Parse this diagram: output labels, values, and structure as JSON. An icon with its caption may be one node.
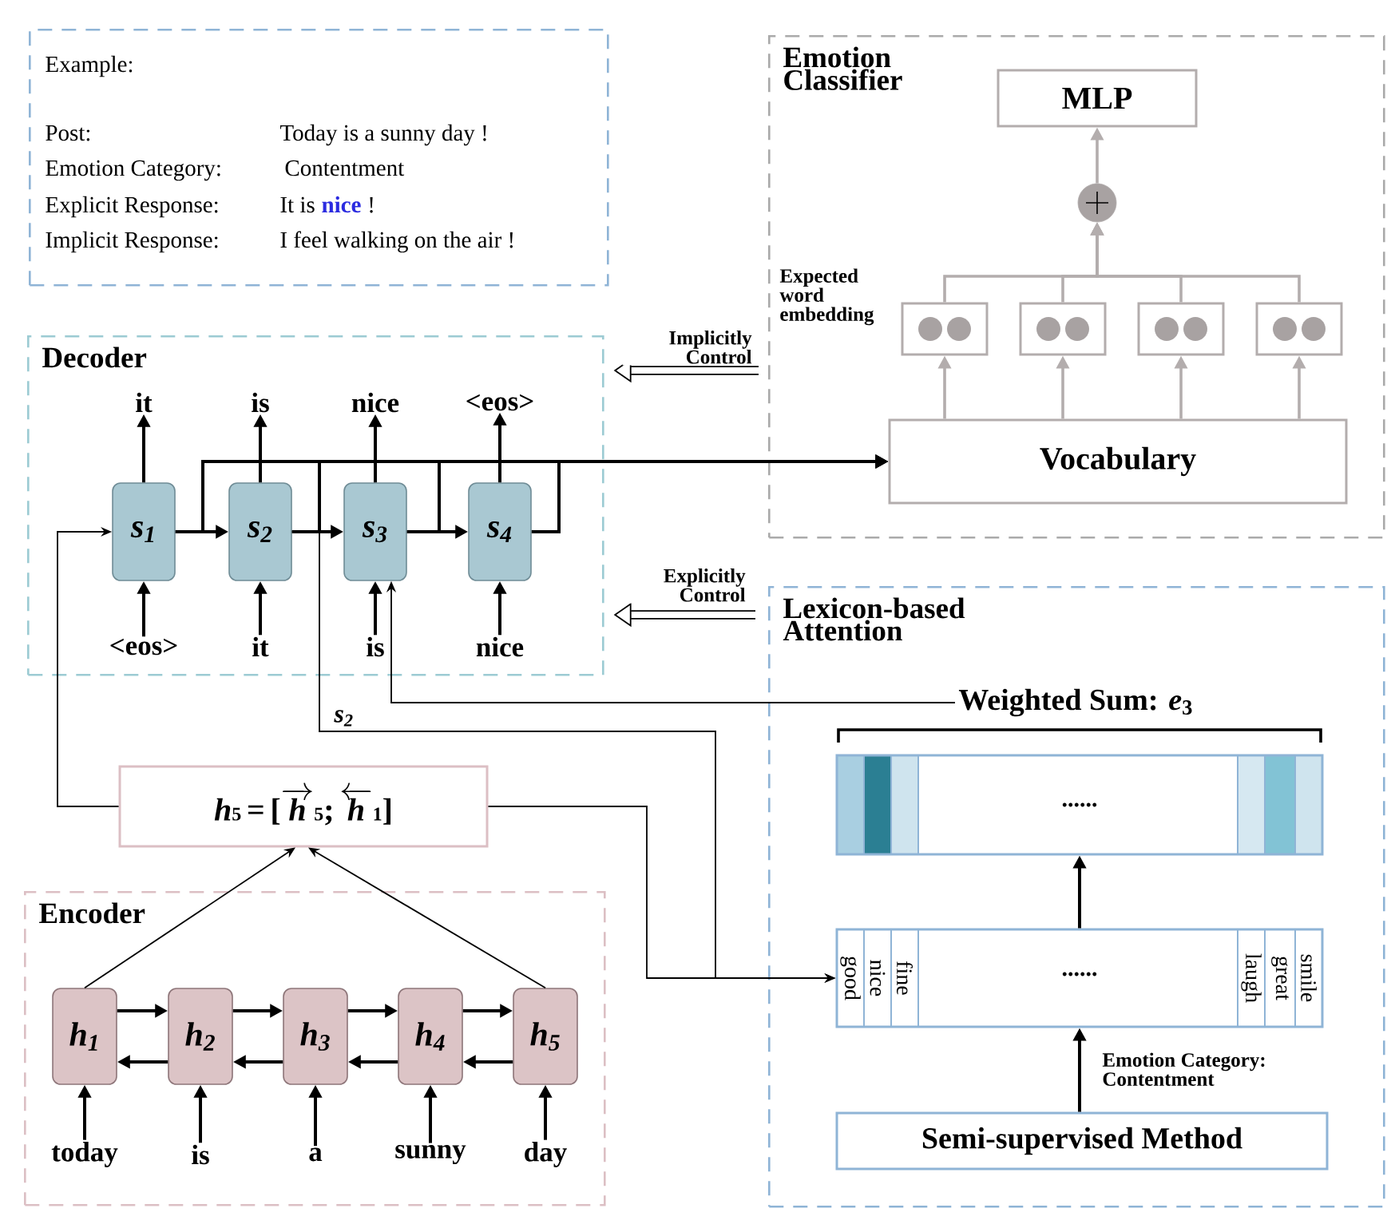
{
  "diagram": {
    "nodes": [
      {
        "text": [
          "Example:",
          "Post:",
          "Today is a sunny day !",
          "Emotion Category:",
          "Contentment",
          "Explicit Response:",
          "It is",
          "nice",
          "!",
          "Implicit Response:",
          "I feel walking on the air !"
        ]
      },
      {
        "text": [
          "Decoder"
        ]
      },
      {
        "text": [
          "s$_{1}$"
        ],
        "in": 1
      },
      {
        "text": [
          "s$_{2}$"
        ],
        "in": 1
      },
      {
        "text": [
          "s$_{3}$"
        ],
        "in": 1
      },
      {
        "text": [
          "s$_{4}$"
        ],
        "in": 1
      },
      {
        "text": [
          "it"
        ],
        "in": 1
      },
      {
        "text": [
          "is"
        ],
        "in": 1
      },
      {
        "text": [
          "nice"
        ],
        "in": 1
      },
      {
        "text": [
          "<eos>"
        ],
        "in": 1
      },
      {
        "text": [
          "<eos>"
        ],
        "in": 1
      },
      {
        "text": [
          "it"
        ],
        "in": 1
      },
      {
        "text": [
          "is"
        ],
        "in": 1
      },
      {
        "text": [
          "nice"
        ],
        "in": 1
      },
      {
        "text": [
          "Emotion Classifier"
        ]
      },
      {
        "text": [
          "MLP"
        ],
        "in": 14
      },
      {
        "text": [],
        "shape": "circle",
        "in": 14
      },
      {
        "text": [],
        "shape": "box",
        "in": 14
      },
      {
        "text": [],
        "shape": "box",
        "in": 14
      },
      {
        "text": [],
        "shape": "box",
        "in": 14
      },
      {
        "text": [],
        "shape": "box",
        "in": 14
      },
      {
        "text": [
          "Vocabulary"
        ],
        "in": 14
      },
      {
        "text": [
          "Lexicon-based Attention"
        ]
      },
      {
        "text": [
          "Weighted Sum: *e*$_{3}$"
        ],
        "in": 22
      },
      {
        "text": [
          "......"
        ],
        "in": 22
      },
      {
        "text": [
          "good",
          "nice",
          "fine",
          "......",
          "laugh",
          "great",
          "smile"
        ],
        "in": 22
      },
      {
        "text": [
          "Semi-supervised Method"
        ],
        "in": 22
      },
      {
        "text": [
          "\\mbox{\\textbf{\\textit{h}}\\fontsize{12}{12}\\selectfont\\textbf{5}}\\mbox{\\textbf{\\,=\\,[}}\\overrightarrow{\\mbox{\\textbf{\\textit{h}}}}\\mbox{\\fontsize{12}{12}\\selectfont\\textbf{5}}\\mbox{\\textbf{;\\,}}\\overleftarrow{\\mbox{\\textbf{\\textit{h}}}}\\mbox{\\fontsize{12}{12}\\selectfont\\textbf{1}}\\mbox{\\textbf{]}}"
        ]
      },
      {
        "text": [
          "Encoder"
        ]
      },
      {
        "text": [
          "h$_{1}$"
        ],
        "in": 28
      },
      {
        "text": [
          "h$_{2}$"
        ],
        "in": 28
      },
      {
        "text": [
          "h$_{3}$"
        ],
        "in": 28
      },
      {
        "text": [
          "h$_{4}$"
        ],
        "in": 28
      },
      {
        "text": [
          "h$_{5}$"
        ],
        "in": 28
      },
      {
        "text": [
          "today"
        ],
        "in": 28
      },
      {
        "text": [
          "is"
        ],
        "in": 28
      },
      {
        "text": [
          "a"
        ],
        "in": 28
      },
      {
        "text": [
          "sunny"
        ],
        "in": 28
      },
      {
        "text": [
          "day"
        ],
        "in": 28
      }
    ],
    "edges": [
      {
        "from": 2,
        "to": 6,
        "arrow": "to"
      },
      {
        "from": 3,
        "to": 7,
        "arrow": "to"
      },
      {
        "from": 4,
        "to": 8,
        "arrow": "to"
      },
      {
        "from": 5,
        "to": 9,
        "arrow": "to"
      },
      {
        "from": 10,
        "to": 2,
        "arrow": "to"
      },
      {
        "from": 11,
        "to": 3,
        "arrow": "to"
      },
      {
        "from": 12,
        "to": 4,
        "arrow": "to"
      },
      {
        "from": 13,
        "to": 5,
        "arrow": "to"
      },
      {
        "from": 2,
        "to": 3,
        "arrow": "to"
      },
      {
        "from": 3,
        "to": 4,
        "arrow": "to"
      },
      {
        "from": 4,
        "to": 5,
        "arrow": "to"
      },
      {
        "from": 2,
        "to": 21,
        "arrow": "to"
      },
      {
        "from": 3,
        "to": 21,
        "arrow": "to"
      },
      {
        "from": 4,
        "to": 21,
        "arrow": "to"
      },
      {
        "from": 5,
        "to": 21,
        "arrow": "to"
      },
      {
        "from": 14,
        "to": 1,
        "arrow": "to",
        "label": "Implicitly Control",
        "style": "thick"
      },
      {
        "from": 22,
        "to": 1,
        "arrow": "to",
        "label": "Explicitly Control",
        "style": "thick"
      },
      {
        "from": 21,
        "to": 17,
        "arrow": "to",
        "color": "#b3adad"
      },
      {
        "from": 21,
        "to": 18,
        "arrow": "to",
        "color": "#b3adad"
      },
      {
        "from": 21,
        "to": 19,
        "arrow": "to",
        "color": "#b3adad"
      },
      {
        "from": 21,
        "to": 20,
        "arrow": "to",
        "color": "#b3adad"
      },
      {
        "from": 17,
        "to": 16,
        "arrow": "to",
        "color": "#b3adad"
      },
      {
        "from": 18,
        "to": 16,
        "arrow": "to",
        "color": "#b3adad"
      },
      {
        "from": 19,
        "to": 16,
        "arrow": "to",
        "color": "#b3adad"
      },
      {
        "from": 20,
        "to": 16,
        "arrow": "to",
        "color": "#b3adad"
      },
      {
        "from": 16,
        "to": 15,
        "arrow": "to",
        "color": "#b3adad"
      },
      {
        "from": 23,
        "to": 4,
        "arrow": "to"
      },
      {
        "from": 3,
        "to": 25,
        "arrow": "to",
        "label": "s$_{2}$"
      },
      {
        "from": 27,
        "to": 25,
        "arrow": "to"
      },
      {
        "from": 27,
        "to": 2,
        "arrow": "to"
      },
      {
        "from": 26,
        "to": 25,
        "arrow": "to",
        "label": "Emotion Category: Contentment"
      },
      {
        "from": 25,
        "to": 24,
        "arrow": "to"
      },
      {
        "from": 29,
        "to": 30,
        "arrow": "to"
      },
      {
        "from": 30,
        "to": 31,
        "arrow": "to"
      },
      {
        "from": 31,
        "to": 32,
        "arrow": "to"
      },
      {
        "from": 32,
        "to": 33,
        "arrow": "to"
      },
      {
        "from": 30,
        "to": 29,
        "arrow": "to"
      },
      {
        "from": 31,
        "to": 30,
        "arrow": "to"
      },
      {
        "from": 32,
        "to": 31,
        "arrow": "to"
      },
      {
        "from": 33,
        "to": 32,
        "arrow": "to"
      },
      {
        "from": 29,
        "to": 27,
        "arrow": "to"
      },
      {
        "from": 33,
        "to": 27,
        "arrow": "to"
      },
      {
        "from": 34,
        "to": 29,
        "arrow": "to"
      },
      {
        "from": 35,
        "to": 30,
        "arrow": "to"
      },
      {
        "from": 36,
        "to": 31,
        "arrow": "to"
      },
      {
        "from": 37,
        "to": 32,
        "arrow": "to"
      },
      {
        "from": 38,
        "to": 33,
        "arrow": "to"
      }
    ],
    "labels": [
      "Expected word embedding"
    ]
  }
}
